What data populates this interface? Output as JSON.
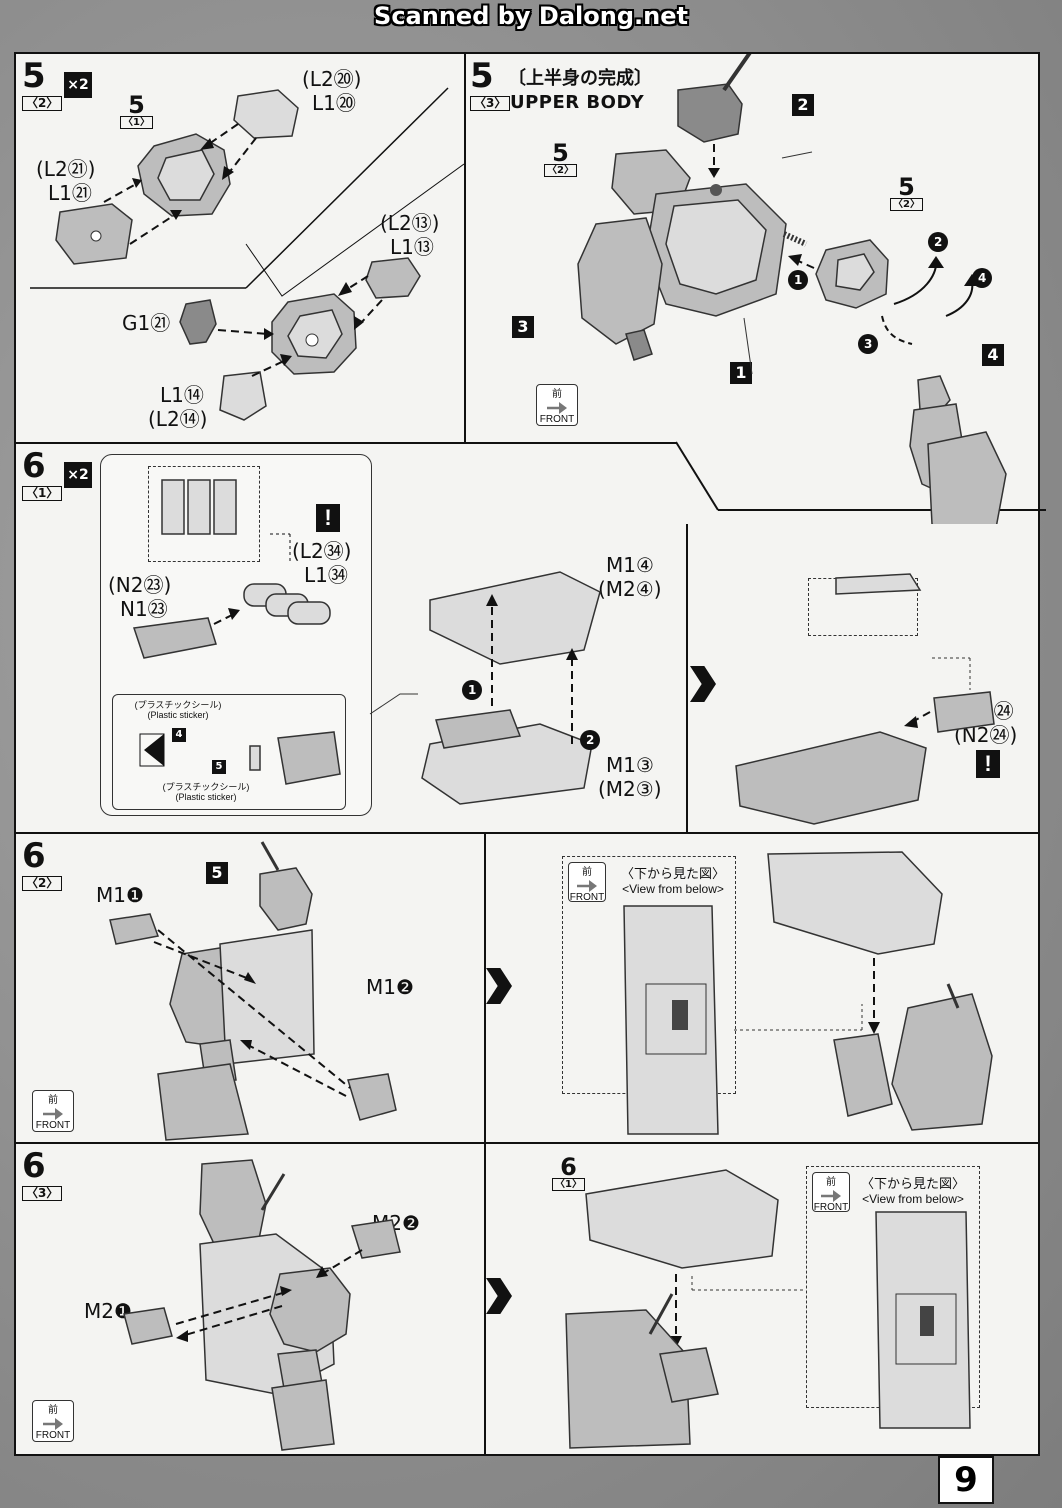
{
  "watermark": "Scanned by Dalong.net",
  "page_number": "9",
  "front_label": "FRONT",
  "front_kanji": "前",
  "panels": {
    "p1": {
      "step": "5",
      "sub": "〈2〉",
      "multiplier": "×2",
      "ref_step": "5",
      "ref_sub": "〈1〉",
      "labels": [
        "(L2⑳)",
        "L1⑳",
        "(L2㉑)",
        "L1㉑",
        "(L2⑬)",
        "L1⑬",
        "G1㉑",
        "L1⑭",
        "(L2⑭)"
      ]
    },
    "p2": {
      "step": "5",
      "sub": "〈3〉",
      "title_jp": "〔上半身の完成〕",
      "title_en": "UPPER BODY",
      "ref_step_a": "5",
      "ref_sub_a": "〈2〉",
      "ref_step_b": "5",
      "ref_sub_b": "〈2〉",
      "parts": [
        "1",
        "2",
        "3",
        "4"
      ],
      "order": [
        "1",
        "2",
        "3",
        "4"
      ]
    },
    "p3": {
      "step": "6",
      "sub": "〈1〉",
      "multiplier": "×2",
      "labels": [
        "(L2㉞)",
        "L1㉞",
        "(N2㉓)",
        "N1㉓",
        "M1④",
        "(M2④)",
        "M1③",
        "(M2③)",
        "N1㉔",
        "(N2㉔)"
      ],
      "sticker_jp": "(プラスチックシール)",
      "sticker_en": "(Plastic sticker)",
      "sticker_a": "4",
      "sticker_b": "5",
      "order": [
        "1",
        "2"
      ],
      "caution": "!"
    },
    "p4": {
      "step": "6",
      "sub": "〈2〉",
      "ref": "5",
      "labels": [
        "M1❶",
        "M1❷"
      ],
      "view_jp": "〈下から見た図〉",
      "view_en": "<View from below>"
    },
    "p5": {
      "step": "6",
      "sub": "〈3〉",
      "ref_step": "6",
      "ref_sub": "〈1〉",
      "labels": [
        "M2❷",
        "M2❶"
      ],
      "view_jp": "〈下から見た図〉",
      "view_en": "<View from below>"
    }
  }
}
